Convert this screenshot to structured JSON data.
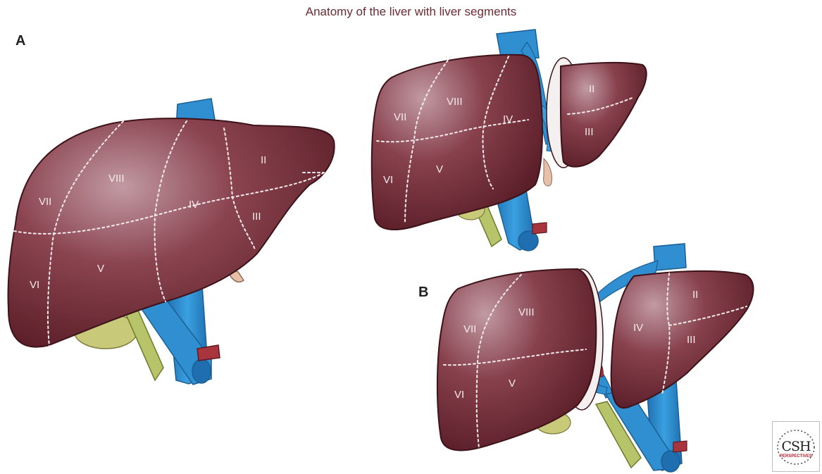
{
  "title": "Anatomy of the liver with liver segments",
  "panels": {
    "a": {
      "label": "A",
      "segments": {
        "II": "II",
        "III": "III",
        "IV": "IV",
        "V": "V",
        "VI": "VI",
        "VII": "VII",
        "VIII": "VIII"
      }
    },
    "b_top": {
      "segments": {
        "II": "II",
        "III": "III",
        "IV": "IV",
        "V": "V",
        "VI": "VI",
        "VII": "VII",
        "VIII": "VIII"
      }
    },
    "b": {
      "label": "B",
      "segments": {
        "II": "II",
        "III": "III",
        "IV": "IV",
        "V": "V",
        "VI": "VI",
        "VII": "VII",
        "VIII": "VIII"
      }
    }
  },
  "logo": {
    "text": "CSH",
    "subtext": "PERSPECTIVES"
  },
  "colors": {
    "liver": "#6e2a34",
    "liver_highlight": "#b9919a",
    "vein": "#2f8fd0",
    "bile_duct": "#b8c46a",
    "artery": "#a8343d",
    "ligament": "#e8c0a8",
    "gallbladder": "#c9c97a",
    "title": "#6b2a34"
  }
}
